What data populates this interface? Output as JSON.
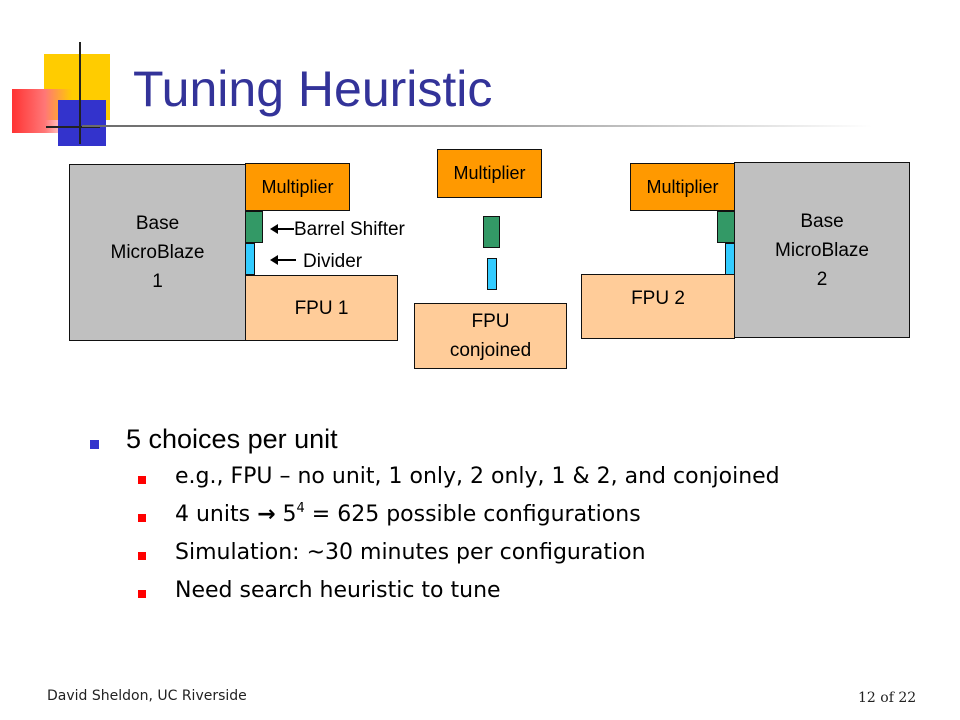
{
  "slide": {
    "title": "Tuning Heuristic",
    "footer_author": "David Sheldon, UC Riverside",
    "footer_page": "12 of 22"
  },
  "diagram": {
    "base1": [
      "Base",
      "MicroBlaze",
      "1"
    ],
    "base2": [
      "Base",
      "MicroBlaze",
      "2"
    ],
    "multiplier_left": "Multiplier",
    "multiplier_center": "Multiplier",
    "multiplier_right": "Multiplier",
    "barrel_shifter_label": "Barrel Shifter",
    "divider_label": "Divider",
    "fpu1": "FPU 1",
    "fpu2": "FPU 2",
    "fpu_conjoined": [
      "FPU",
      "conjoined"
    ],
    "colors": {
      "base": "#c0c0c0",
      "multiplier": "#ff9900",
      "fpu": "#ffcc99",
      "barrel_shifter": "#339966",
      "divider": "#33ccff"
    }
  },
  "bullets": {
    "main": "5 choices per unit",
    "sub": [
      "e.g., FPU – no unit, 1 only, 2 only, 1 & 2, and conjoined",
      {
        "pre": "4 units ",
        "arrow": "→",
        "base": " 5",
        "exp": "4",
        "post": " = 625 possible configurations"
      },
      "Simulation: ~30 minutes per configuration",
      "Need search heuristic to tune"
    ]
  }
}
